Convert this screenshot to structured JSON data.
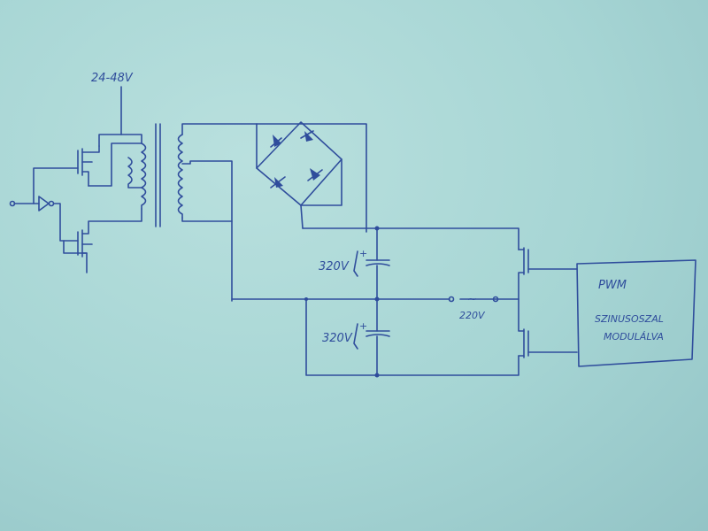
{
  "diagram": {
    "colors": {
      "paper": "#a6d5d4",
      "ink": "#2f4d9c"
    },
    "labels": {
      "input_voltage": "24-48V",
      "cap_top": "320V",
      "cap_bottom": "320V",
      "plus_top": "+",
      "plus_bottom": "+",
      "ac_symbol": "~",
      "ac_output": "220V",
      "pwm_title": "PWM",
      "pwm_line1": "SZINUSOSZAL",
      "pwm_line2": "MODULÁLVA"
    }
  }
}
